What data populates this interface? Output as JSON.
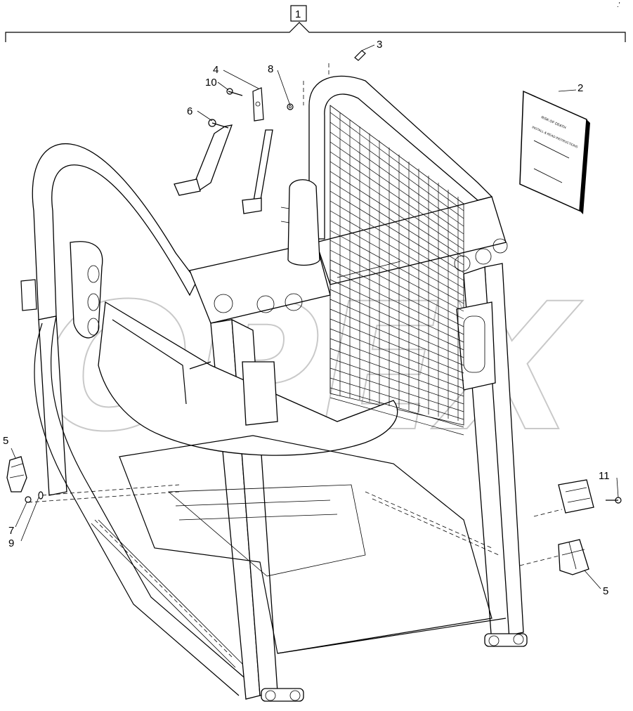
{
  "callouts": [
    {
      "id": "assembly",
      "text": "1"
    },
    {
      "id": "manual",
      "text": "2"
    },
    {
      "id": "bolt-top",
      "text": "3"
    },
    {
      "id": "bracket",
      "text": "4"
    },
    {
      "id": "mount-left",
      "text": "5"
    },
    {
      "id": "seatbelt-bolt",
      "text": "6"
    },
    {
      "id": "nut-left",
      "text": "7"
    },
    {
      "id": "nut-top",
      "text": "8"
    },
    {
      "id": "washer-left",
      "text": "9"
    },
    {
      "id": "screw-top",
      "text": "10"
    },
    {
      "id": "bolt-right",
      "text": "11"
    },
    {
      "id": "mount-right",
      "text": "5"
    }
  ],
  "manual": {
    "line1": "RISK OF DEATH",
    "line2": "INSTALL & READ INSTRUCTIONS"
  },
  "watermark": "OPEX"
}
